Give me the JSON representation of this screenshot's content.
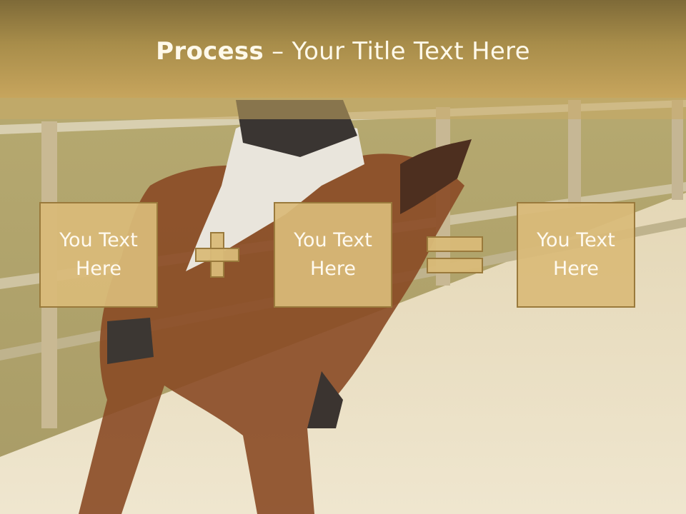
{
  "slide": {
    "title_bold": "Process",
    "title_rest": " – Your Title Text Here",
    "boxes": [
      "You Text Here",
      "You Text Here",
      "You Text Here"
    ],
    "operators": [
      "plus-icon",
      "equals-icon"
    ]
  },
  "colors": {
    "header": "#a88d4a",
    "box_fill": "#d9ba78",
    "box_border": "#9a7a3c",
    "text": "#fffaf0"
  }
}
